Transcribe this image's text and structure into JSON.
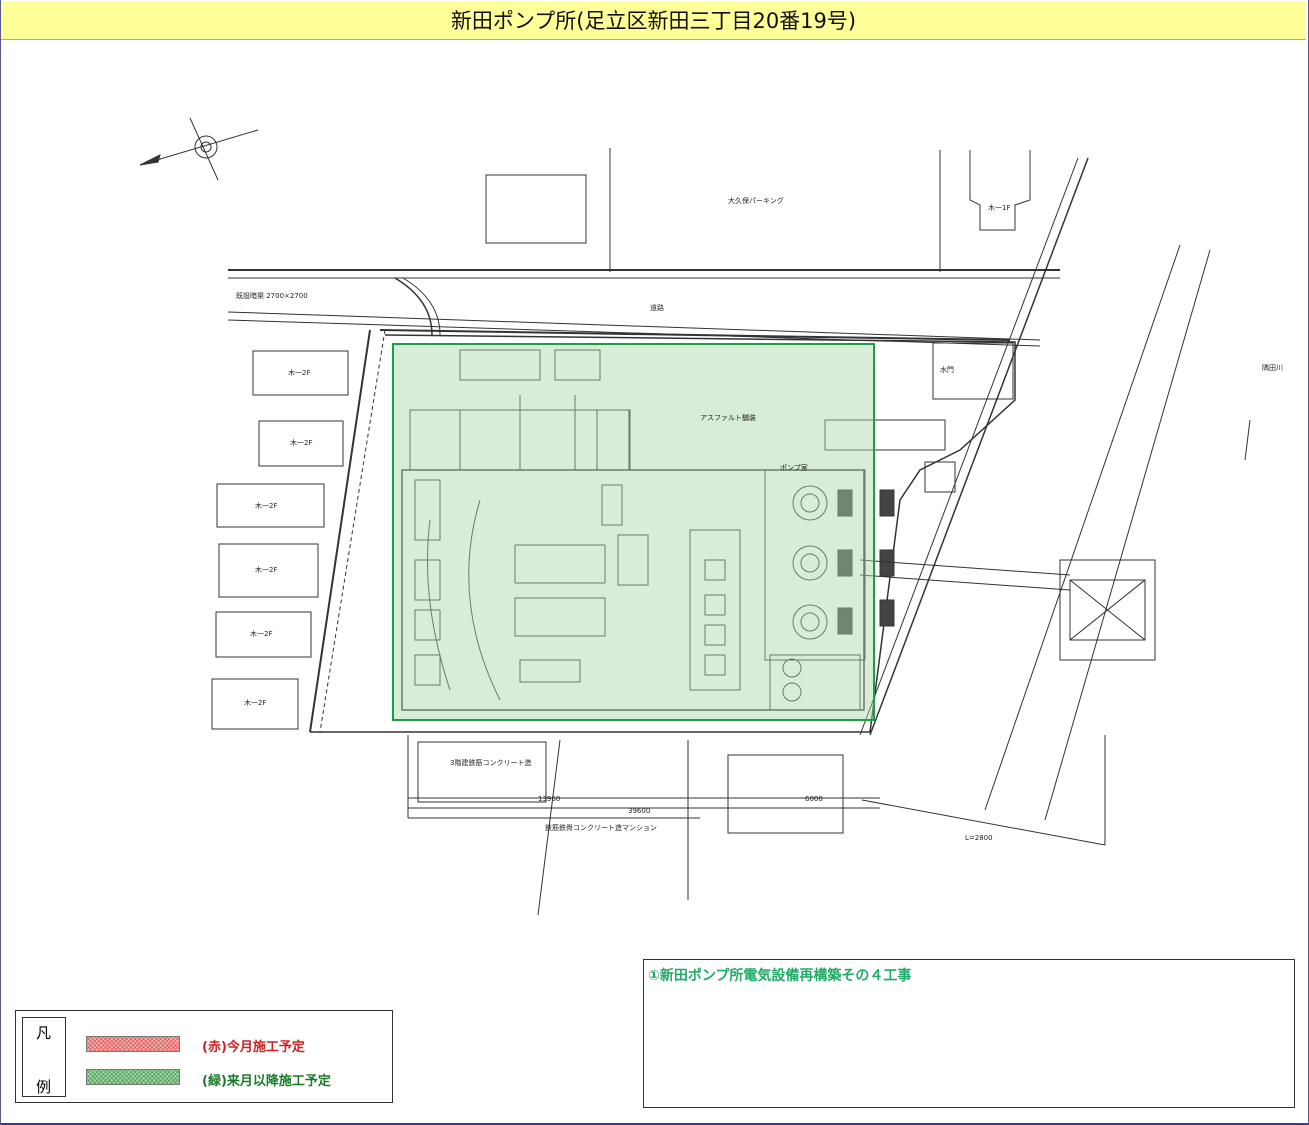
{
  "title": "新田ポンプ所(足立区新田三丁目20番19号)",
  "plan": {
    "labels": {
      "parking": "大久保パーキング",
      "road": "道路",
      "sluice": "水門",
      "river": "隅田川",
      "asphalt": "アスファルト舗装",
      "house_2f": "木一2F",
      "house_1f": "木一1F",
      "culvert": "既設暗渠 2700×2700",
      "pump_room": "ポンプ室",
      "building_a": "3階建鉄筋コンクリート造",
      "building_b": "鉄筋鉄骨コンクリート造マンション",
      "dim_left": "13960",
      "dim_mid": "39600",
      "dim_right": "6000",
      "dim_far": "L=2800"
    }
  },
  "legend": {
    "key_top": "凡",
    "key_bottom": "例",
    "red_label": "(赤)今月施工予定",
    "green_label": "(緑)来月以降施工予定",
    "red_color": "#f4b4b4",
    "green_color": "#a8d8a8"
  },
  "info": {
    "text": "①新田ポンプ所電気設備再構築その４工事",
    "color": "#22aa66"
  }
}
